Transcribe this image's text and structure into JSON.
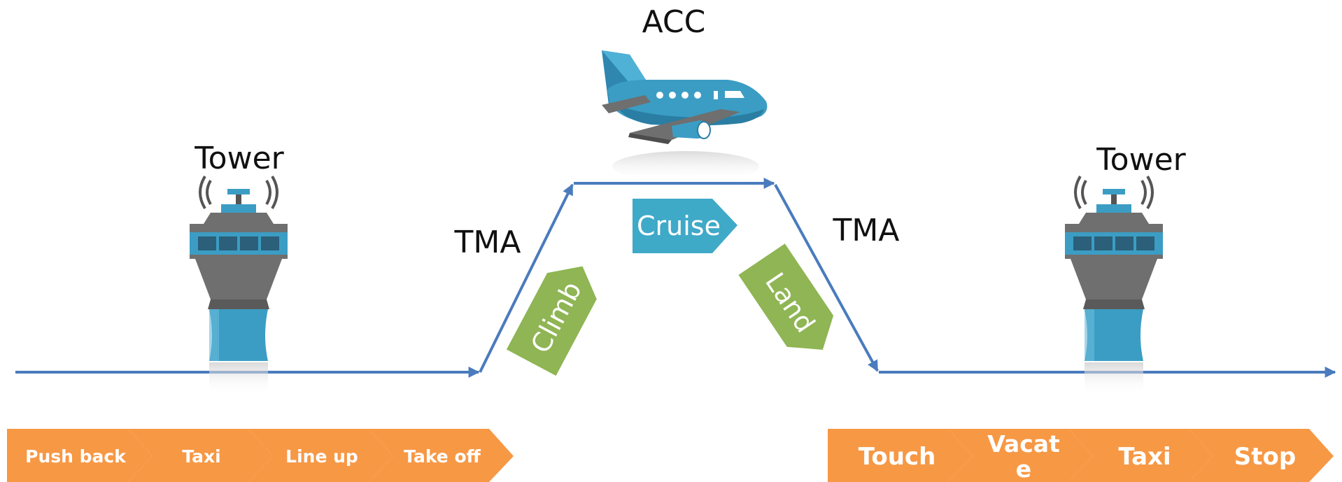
{
  "zones": {
    "acc": "ACC",
    "tower_left": "Tower",
    "tower_right": "Tower",
    "tma_left": "TMA",
    "tma_right": "TMA"
  },
  "phase_tags": {
    "climb": "Climb",
    "cruise": "Cruise",
    "land": "Land"
  },
  "departure_steps": [
    "Push back",
    "Taxi",
    "Line up",
    "Take off"
  ],
  "arrival_steps": [
    {
      "line1": "Touch"
    },
    {
      "line1": "Vacat",
      "line2": "e"
    },
    {
      "line1": "Taxi"
    },
    {
      "line1": "Stop"
    }
  ],
  "icons": {
    "plane": "airplane-icon",
    "tower": "control-tower-icon"
  },
  "colors": {
    "path": "#4a7bbd",
    "chevron": "#f79845",
    "green_tag": "#8fb554",
    "cruise_tag": "#3fa9c8",
    "tower_blue": "#3b9dc4",
    "tower_gray": "#707070"
  }
}
